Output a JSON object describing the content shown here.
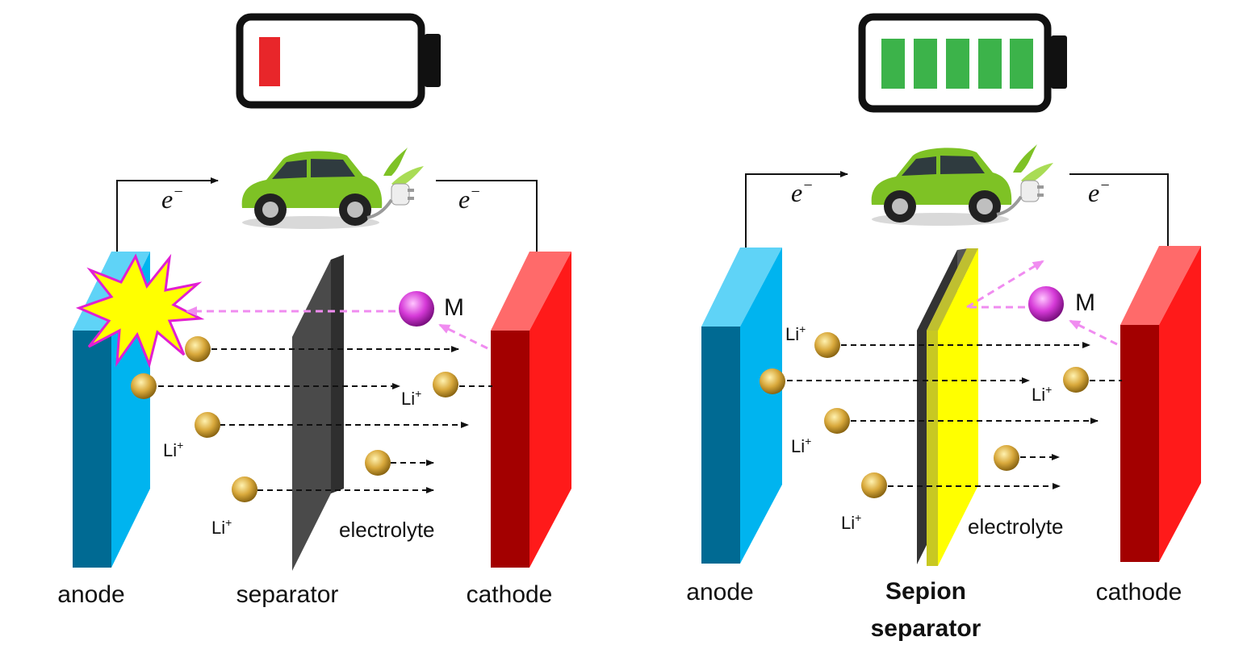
{
  "left_panel": {
    "electron_left": "e",
    "electron_right": "e",
    "electron_sign": "−",
    "ion_label": "Li",
    "ion_charge": "+",
    "metal_label": "M",
    "electrolyte_label": "electrolyte",
    "anode_label": "anode",
    "separator_label": "separator",
    "cathode_label": "cathode",
    "battery_level": 0.2
  },
  "right_panel": {
    "electron_left": "e",
    "electron_right": "e",
    "electron_sign": "−",
    "ion_label": "Li",
    "ion_charge": "+",
    "metal_label": "M",
    "electrolyte_label": "electrolyte",
    "anode_label": "anode",
    "separator_label_line1": "Sepion",
    "separator_label_line2": "separator",
    "cathode_label": "cathode",
    "battery_level": 1.0
  },
  "colors": {
    "battery_low": "#e8262a",
    "battery_full": "#3cb34a",
    "anode_front": "#00b4ef",
    "anode_side": "#006a93",
    "cathode_front": "#ff1a1a",
    "cathode_side": "#a30000",
    "separator_dark": "#4a4a4a",
    "sepion_yellow": "#ffff00",
    "metal_ion": "#d63ad8",
    "dendrite": "#ffff00"
  }
}
